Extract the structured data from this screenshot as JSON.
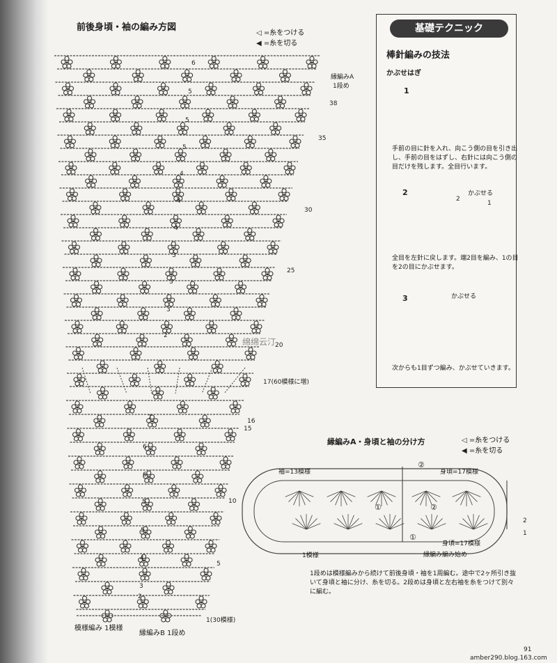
{
  "chart_title": "前後身頃・袖の編み方図",
  "legend": {
    "attach": "◁ =糸をつける",
    "cut": "◀ =糸を切る"
  },
  "row_labels": {
    "r1a": "縁編みA",
    "r1b": "1段め",
    "r38": "38",
    "r35": "35",
    "r30": "30",
    "r25": "25",
    "r20": "20",
    "r17": "17(60模様に増)",
    "r16": "16",
    "r15": "15",
    "r10": "10",
    "r5": "5",
    "r1": "1(30模様)"
  },
  "repeat_labels": {
    "six": "6",
    "five": "5",
    "four": "4",
    "three": "3",
    "seven": "7",
    "two": "2"
  },
  "bottom_labels": {
    "pattern": "模様編み 1模様",
    "border_b": "縁編みB 1段め"
  },
  "watermark": "绵绵云汀",
  "technique": {
    "header": "基礎テクニック",
    "title": "棒針編みの技法",
    "subtitle": "かぶせはぎ",
    "steps": [
      {
        "num": "1",
        "desc": "手前の目に針を入れ、向こう側の目を引き出し、手前の目をはずし、右針には向こう側の目だけを残します。全目行います。"
      },
      {
        "num": "2",
        "desc": "全目を左針に戻します。端2目を編み、1の目を2の目にかぶせます。",
        "label": "かぶせる",
        "n1": "2",
        "n2": "1"
      },
      {
        "num": "3",
        "desc": "次からも1目ずつ編み、かぶせていきます。",
        "label": "かぶせる"
      }
    ]
  },
  "section2": {
    "title": "縁編みA・身頃と袖の分け方",
    "legend_attach": "◁ =糸をつける",
    "legend_cut": "◀ =糸を切る",
    "sleeve": "袖=13模様",
    "body_top": "身頃=17模様",
    "body_bottom": "身頃=17模様",
    "one_pattern": "1模様",
    "start": "縁編み編み始め",
    "c1": "①",
    "c2": "②",
    "n1": "1",
    "n2": "2",
    "note": "1段めは模様編みから続けて前後身頃・袖を1周編む。途中で2ヶ所引き抜いて身頃と袖に分け、糸を切る。2段めは身頃と左右袖を糸をつけて別々に編む。"
  },
  "page_number": "91",
  "footer": "amber290.blog.163.com"
}
